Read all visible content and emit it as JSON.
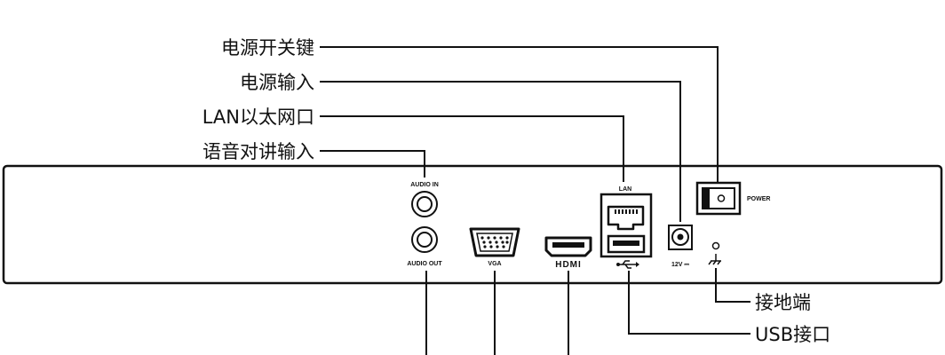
{
  "callouts": {
    "power_switch": "电源开关键",
    "power_input": "电源输入",
    "lan_port": "LAN以太网口",
    "audio_in_talk": "语音对讲输入",
    "ground": "接地端",
    "usb_port": "USB接口"
  },
  "panel_labels": {
    "audio_in": "AUDIO IN",
    "audio_out": "AUDIO OUT",
    "vga": "VGA",
    "hdmi": "HDMI",
    "lan": "LAN",
    "dc_12v": "12V ⎓",
    "power": "POWER"
  },
  "icons": {
    "usb": "usb-icon",
    "ground": "ground-icon",
    "rj45": "rj45-port-icon"
  }
}
